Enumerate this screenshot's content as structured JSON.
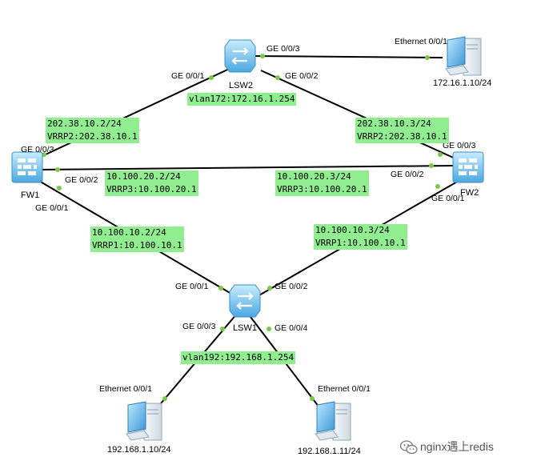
{
  "devices": {
    "lsw2": "LSW2",
    "fw1": "FW1",
    "fw2": "FW2",
    "lsw1": "LSW1"
  },
  "hosts": {
    "top_right_ip": "172.16.1.10/24",
    "bottom_left_ip": "192.168.1.10/24",
    "bottom_right_ip": "192.168.1.11/24"
  },
  "ports": {
    "lsw2_ge3": "GE 0/0/3",
    "lsw2_ge1": "GE 0/0/1",
    "lsw2_ge2": "GE 0/0/2",
    "pc_top_eth": "Ethernet 0/0/1",
    "fw1_ge3": "GE 0/0/3",
    "fw1_ge2": "GE 0/0/2",
    "fw1_ge1": "GE 0/0/1",
    "fw2_ge3": "GE 0/0/3",
    "fw2_ge2": "GE 0/0/2",
    "fw2_ge1": "GE 0/0/1",
    "lsw1_ge1": "GE 0/0/1",
    "lsw1_ge2": "GE 0/0/2",
    "lsw1_ge3": "GE 0/0/3",
    "lsw1_ge4": "GE 0/0/4",
    "pc_left_eth": "Ethernet 0/0/1",
    "pc_right_eth": "Ethernet 0/0/1"
  },
  "labels": {
    "vlan172": "vlan172:172.16.1.254",
    "fw1_up_ip": "202.38.10.2/24",
    "fw1_up_vrrp": "VRRP2:202.38.10.1",
    "fw2_up_ip": "202.38.10.3/24",
    "fw2_up_vrrp": "VRRP2:202.38.10.1",
    "fw1_mid_ip": "10.100.20.2/24",
    "fw1_mid_vrrp": "VRRP3:10.100.20.1",
    "fw2_mid_ip": "10.100.20.3/24",
    "fw2_mid_vrrp": "VRRP3:10.100.20.1",
    "fw1_down_ip": "10.100.10.2/24",
    "fw1_down_vrrp": "VRRP1:10.100.10.1",
    "fw2_down_ip": "10.100.10.3/24",
    "fw2_down_vrrp": "VRRP1:10.100.10.1",
    "vlan192": "vlan192:192.168.1.254"
  },
  "watermark": "nginx遇上redis",
  "icons": {
    "switch": "switch-icon",
    "firewall": "firewall-icon",
    "pc": "pc-icon"
  },
  "colors": {
    "label_bg": "#90ee90",
    "port_dot": "#7ac943",
    "device_blue": "#62b9ec",
    "link": "#000000"
  }
}
